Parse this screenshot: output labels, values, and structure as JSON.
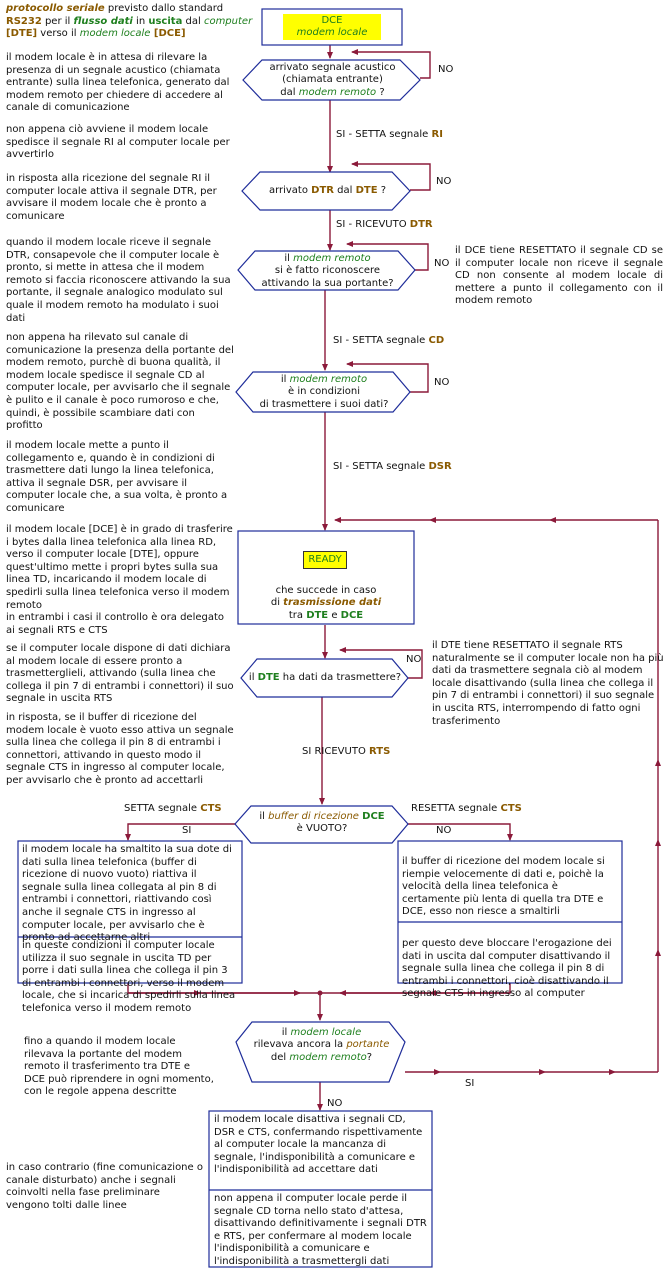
{
  "header": {
    "intro": {
      "t1": "protocollo seriale",
      "t2": " previsto dallo standard ",
      "t3": "RS232",
      "t4": " per il ",
      "t5": "flusso dati",
      "t6": " in ",
      "t7": "uscita",
      "t8": " dal ",
      "t9": "computer",
      "t10": "[DTE]",
      "t11": " verso il ",
      "t12": "modem locale",
      "t13": " [DCE]"
    },
    "dce_box": {
      "title": "DCE",
      "subtitle": "modem locale"
    }
  },
  "nodes": {
    "d1": [
      "arrivato segnale acustico",
      "(chiamata entrante)",
      "dal ",
      "modem remoto",
      " ?"
    ],
    "d2": [
      "arrivato ",
      "DTR",
      " dal ",
      "DTE",
      " ?"
    ],
    "d3": [
      "il ",
      "modem remoto",
      "si è fatto riconoscere",
      "attivando la sua portante?"
    ],
    "d4": [
      "il ",
      "modem remoto",
      "è in condizioni",
      "di trasmettere i suoi dati?"
    ],
    "ready": {
      "badge": "READY",
      "l1": "che succede in caso",
      "l2": "di ",
      "l2b": "trasmissione dati",
      "l3": "tra ",
      "l3b": "DTE",
      "l3c": " e ",
      "l3d": "DCE"
    },
    "d5": [
      "il ",
      "DTE",
      " ha dati da trasmettere?"
    ],
    "d6": [
      "il ",
      "buffer di ricezione",
      " ",
      "DCE",
      "è VUOTO?"
    ],
    "d7": [
      "il ",
      "modem locale",
      "rilevava ancora la ",
      "portante",
      "del ",
      "modem remoto",
      "?"
    ]
  },
  "labels": {
    "no": "NO",
    "si": "SI",
    "setta_ri": [
      "SI - SETTA segnale ",
      "RI"
    ],
    "ricevuto_dtr": [
      "SI -  RICEVUTO ",
      "DTR"
    ],
    "setta_cd": [
      "SI - SETTA segnale ",
      "CD"
    ],
    "setta_dsr": [
      "SI - SETTA segnale ",
      "DSR"
    ],
    "ricevuto_rts": [
      "SI ",
      "RICEVUTO  ",
      "RTS"
    ],
    "setta_cts": [
      "SETTA segnale  ",
      "CTS"
    ],
    "resetta_cts": [
      "RESETTA segnale  ",
      "CTS"
    ]
  },
  "left_notes": [
    "il modem locale è in attesa di rilevare la presenza di un segnale acustico (chiamata entrante) sulla linea telefonica, generato dal modem remoto per chiedere di accedere al canale di comunicazione",
    "non appena ciò avviene il modem locale spedisce il segnale RI al computer locale per avvertirlo",
    "in risposta alla ricezione del segnale RI il computer locale attiva il segnale DTR, per avvisare il modem locale che è pronto a comunicare",
    "quando il modem locale riceve il segnale DTR, consapevole che il computer locale è pronto, si mette in attesa che il modem remoto si faccia riconoscere attivando la sua portante, il segnale analogico modulato sul quale il modem remoto ha modulato i suoi dati",
    "non appena ha rilevato sul canale di comunicazione la presenza della portante del modem remoto, purchè di buona qualità, il modem locale spedisce il segnale CD al computer locale, per avvisarlo che il segnale è pulito e il canale è poco rumoroso e che, quindi, è possibile scambiare dati con profitto",
    "il modem locale mette a punto il collegamento e, quando è in condizioni di trasmettere dati lungo la linea telefonica, attiva il segnale DSR, per avvisare il computer locale che, a sua volta, è pronto a comunicare",
    "il modem locale [DCE] è in grado di trasferire i bytes dalla linea telefonica alla linea RD, verso il computer locale [DTE], oppure quest'ultimo mette i propri bytes sulla sua linea TD, incaricando il modem locale di spedirli sulla linea telefonica verso il modem remoto",
    "in entrambi i casi il controllo è ora delegato ai segnali RTS e CTS",
    "se il computer locale dispone di dati dichiara al modem locale di essere pronto a trasmetterglieli, attivando (sulla linea che collega il pin 7 di entrambi i connettori) il suo segnale in uscita RTS",
    "in risposta, se il buffer di ricezione del modem locale è vuoto esso attiva un segnale sulla linea che collega il pin 8 di entrambi i connettori, attivando in questo modo il segnale CTS in ingresso al computer locale, per avvisarlo che è pronto ad accettarli",
    "fino a quando il modem locale rilevava la portante del modem remoto il trasferimento tra DTE e DCE può riprendere in ogni momento, con le regole appena descritte",
    "in caso contrario (fine comunicazione o canale disturbato) anche i segnali coinvolti nella fase preliminare vengono tolti dalle linee"
  ],
  "right_notes": [
    "il DCE tiene RESETTATO il segnale CD se il computer locale non riceve il segnale CD non consente al modem locale di mettere a punto il collegamento con il modem remoto",
    "il DTE tiene RESETTATO il segnale RTS naturalmente se il computer locale non ha più dati da trasmettere segnala ciò al modem locale disattivando (sulla linea che collega il pin 7 di entrambi i connettori) il suo segnale in uscita RTS, interrompendo di fatto ogni trasferimento"
  ],
  "boxes": {
    "left_top": "il modem locale ha smaltito la sua dote di dati sulla linea telefonica (buffer di ricezione di nuovo vuoto) riattiva il segnale sulla linea collegata al pin 8 di entrambi i connettori, riattivando così anche il segnale CTS in ingresso al computer locale, per avvisarlo che è pronto ad accettarne altri",
    "left_bottom": "in queste condizioni il computer locale utilizza il suo segnale in uscita TD per porre i dati sulla linea che collega il pin 3 di entrambi i connettori, verso il modem locale, che si incarica di spedirli sulla linea telefonica verso il modem remoto",
    "right_top": "il buffer di ricezione del modem locale si riempie velocemente di dati e, poichè la velocità della linea telefonica è certamente più lenta di quella tra DTE e DCE, esso non riesce a smaltirli",
    "right_bottom": "per questo deve bloccare l'erogazione dei dati in uscita dal computer disattivando il segnale sulla linea che collega il pin 8 di entrambi i connettori, cioè disattivando il segnale CTS in ingresso al computer",
    "end_top": "il modem locale disattiva i segnali CD, DSR e CTS, confermando rispettivamente al computer locale la mancanza di segnale, l'indisponibilità a comunicare e l'indisponibilità ad accettare dati",
    "end_bottom": "non appena il computer locale perde il segnale CD torna nello stato d'attesa, disattivando definitivamente i segnali DTR e RTS, per confermare al modem locale l'indisponibilità a comunicare e l'indisponibilità a trasmettergli dati"
  },
  "colors": {
    "line": "#8b1a3a",
    "box_border": "#1f2d9a",
    "green": "#1e7f1e",
    "brown": "#8a5a00",
    "highlight": "#ffff00"
  }
}
